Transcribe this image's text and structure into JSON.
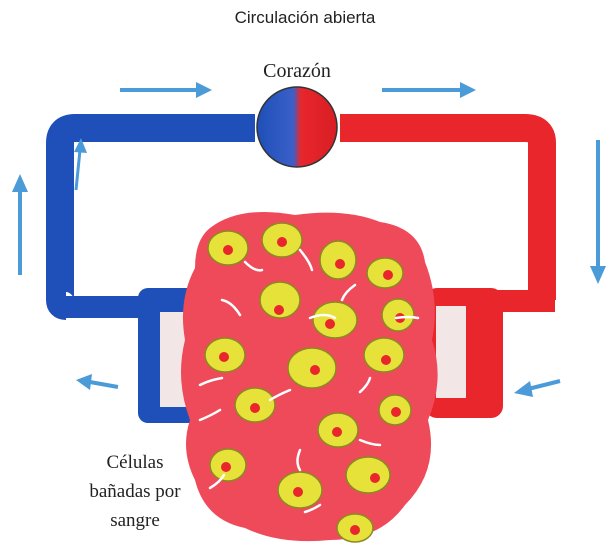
{
  "title": "Circulación abierta",
  "labels": {
    "heart": "Corazón",
    "cells_line1": "Células",
    "cells_line2": "bañadas por",
    "cells_line3": "sangre"
  },
  "colors": {
    "deoxygenated": "#1f4fb8",
    "oxygenated": "#e8262b",
    "tissue": "#ee4a5a",
    "cell": "#e6e23a",
    "nucleus": "#e8262b",
    "arrow": "#4b9bd8"
  }
}
